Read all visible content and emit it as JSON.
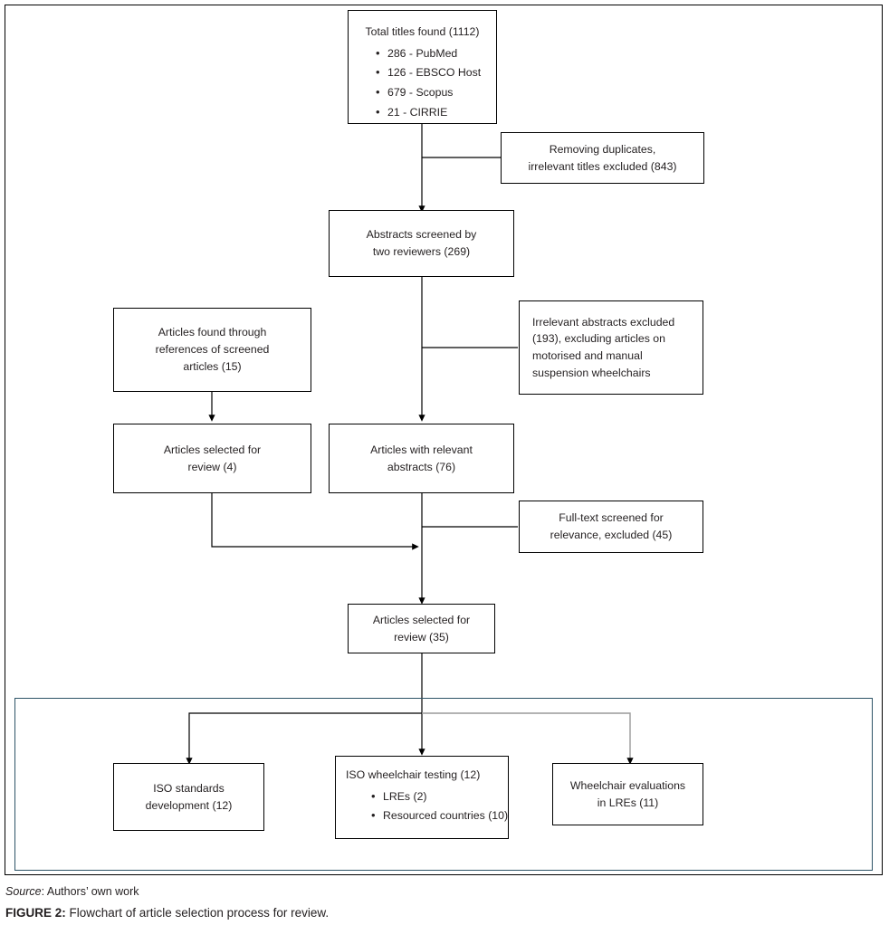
{
  "figure": {
    "source_label": "Source",
    "source_text": ": Authors’ own work",
    "caption_label": "FIGURE 2:",
    "caption_text": " Flowchart of article selection process for review."
  },
  "theme": {
    "line_color": "#000000",
    "grey_line_color": "#9a9a9a",
    "group_border_color": "#2d5366",
    "text_color": "#231f20",
    "page_border_color": "#000000",
    "background": "#ffffff"
  },
  "chart_data": {
    "type": "diagram",
    "title": "Flowchart of article selection process for review",
    "nodes": [
      {
        "id": "total-titles",
        "title": "Total titles found (1112)",
        "bullets": [
          "286 - PubMed",
          "126 - EBSCO Host",
          "679 - Scopus",
          "21 - CIRRIE"
        ],
        "count": 1112
      },
      {
        "id": "removing-duplicates",
        "title": "Removing duplicates,\nirrelevant titles excluded (843)",
        "count": 843
      },
      {
        "id": "abstracts-screened",
        "title": "Abstracts screened by\ntwo reviewers (269)",
        "count": 269
      },
      {
        "id": "articles-found-references",
        "title": "Articles found through\nreferences of screened\narticles (15)",
        "count": 15
      },
      {
        "id": "irrelevant-abstracts",
        "title": "Irrelevant abstracts excluded\n(193), excluding articles on\nmotorised and manual\nsuspension wheelchairs",
        "count": 193
      },
      {
        "id": "articles-selected-4",
        "title": "Articles selected for\nreview (4)",
        "count": 4
      },
      {
        "id": "articles-relevant-abstracts",
        "title": "Articles with relevant\nabstracts (76)",
        "count": 76
      },
      {
        "id": "full-text-screened",
        "title": "Full-text screened for\nrelevance, excluded (45)",
        "count": 45
      },
      {
        "id": "articles-selected-35",
        "title": "Articles selected for\nreview (35)",
        "count": 35
      },
      {
        "id": "iso-standards",
        "title": "ISO standards\ndevelopment (12)",
        "count": 12
      },
      {
        "id": "iso-wheelchair-testing",
        "title": "ISO wheelchair testing (12)",
        "bullets": [
          "LREs (2)",
          "Resourced countries (10)"
        ],
        "count": 12
      },
      {
        "id": "wheelchair-evaluations",
        "title": "Wheelchair evaluations\nin LREs (11)",
        "count": 11
      }
    ],
    "edges": [
      {
        "from": "total-titles",
        "to": "abstracts-screened"
      },
      {
        "from": "total-titles",
        "to": "removing-duplicates"
      },
      {
        "from": "abstracts-screened",
        "to": "articles-relevant-abstracts"
      },
      {
        "from": "abstracts-screened",
        "to": "irrelevant-abstracts"
      },
      {
        "from": "articles-found-references",
        "to": "articles-selected-4"
      },
      {
        "from": "articles-selected-4",
        "to": "articles-selected-35"
      },
      {
        "from": "articles-relevant-abstracts",
        "to": "articles-selected-35"
      },
      {
        "from": "articles-selected-35",
        "to": "iso-standards"
      },
      {
        "from": "articles-selected-35",
        "to": "iso-wheelchair-testing"
      },
      {
        "from": "articles-selected-35",
        "to": "wheelchair-evaluations"
      }
    ]
  }
}
